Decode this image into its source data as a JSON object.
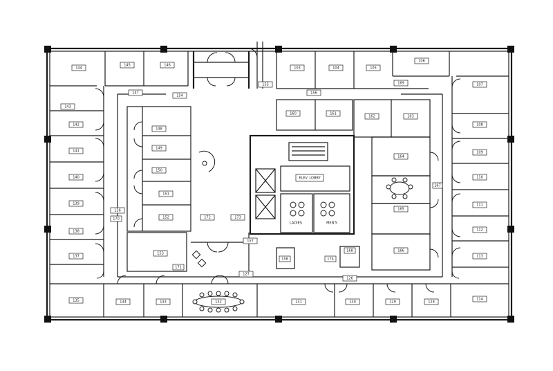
{
  "rooms": {
    "r_tl1": "144",
    "r_tl2": "145",
    "r_tl3": "146",
    "r_tl4": "147",
    "r_tr1": "103",
    "r_tr2": "104",
    "r_tr3": "105",
    "r_tr4": "106",
    "r_tr5": "107",
    "r_l1": "143",
    "r_l2": "142",
    "r_l3": "141",
    "r_l4": "140",
    "r_l5": "139",
    "r_l6": "138",
    "r_l7": "137",
    "r_l8": "136",
    "r_l9": "135",
    "r_r1": "108",
    "r_r2": "109",
    "r_r3": "110",
    "r_r4": "111",
    "r_r5": "112",
    "r_r6": "113",
    "r_r7": "114",
    "r_b1": "134",
    "r_b2": "133",
    "r_b3": "132",
    "r_b4": "131",
    "r_b5": "130",
    "r_b6": "129",
    "r_b7": "128",
    "r_b8": "127",
    "r_b9": "126",
    "r_c1": "148",
    "r_c2": "149",
    "r_c3": "150",
    "r_c4": "151",
    "r_c5": "152",
    "r_c6": "153",
    "r_c7": "154",
    "r_c8": "155",
    "r_c9": "156",
    "r_c10": "157",
    "r_c11": "158",
    "r_i1": "160",
    "r_i2": "161",
    "r_i3": "162",
    "r_i4": "163",
    "r_i5": "164",
    "r_i6": "165",
    "r_i7": "166",
    "r_i8": "167",
    "r_i9": "168",
    "r_i10": "169",
    "r_i11": "170",
    "r_i12": "171",
    "r_i13": "172",
    "r_i14": "173",
    "r_i15": "174"
  },
  "cores": {
    "elevator": "ELEV. LOBBY",
    "restroom_a": "LADIES",
    "restroom_b": "MEN'S"
  }
}
